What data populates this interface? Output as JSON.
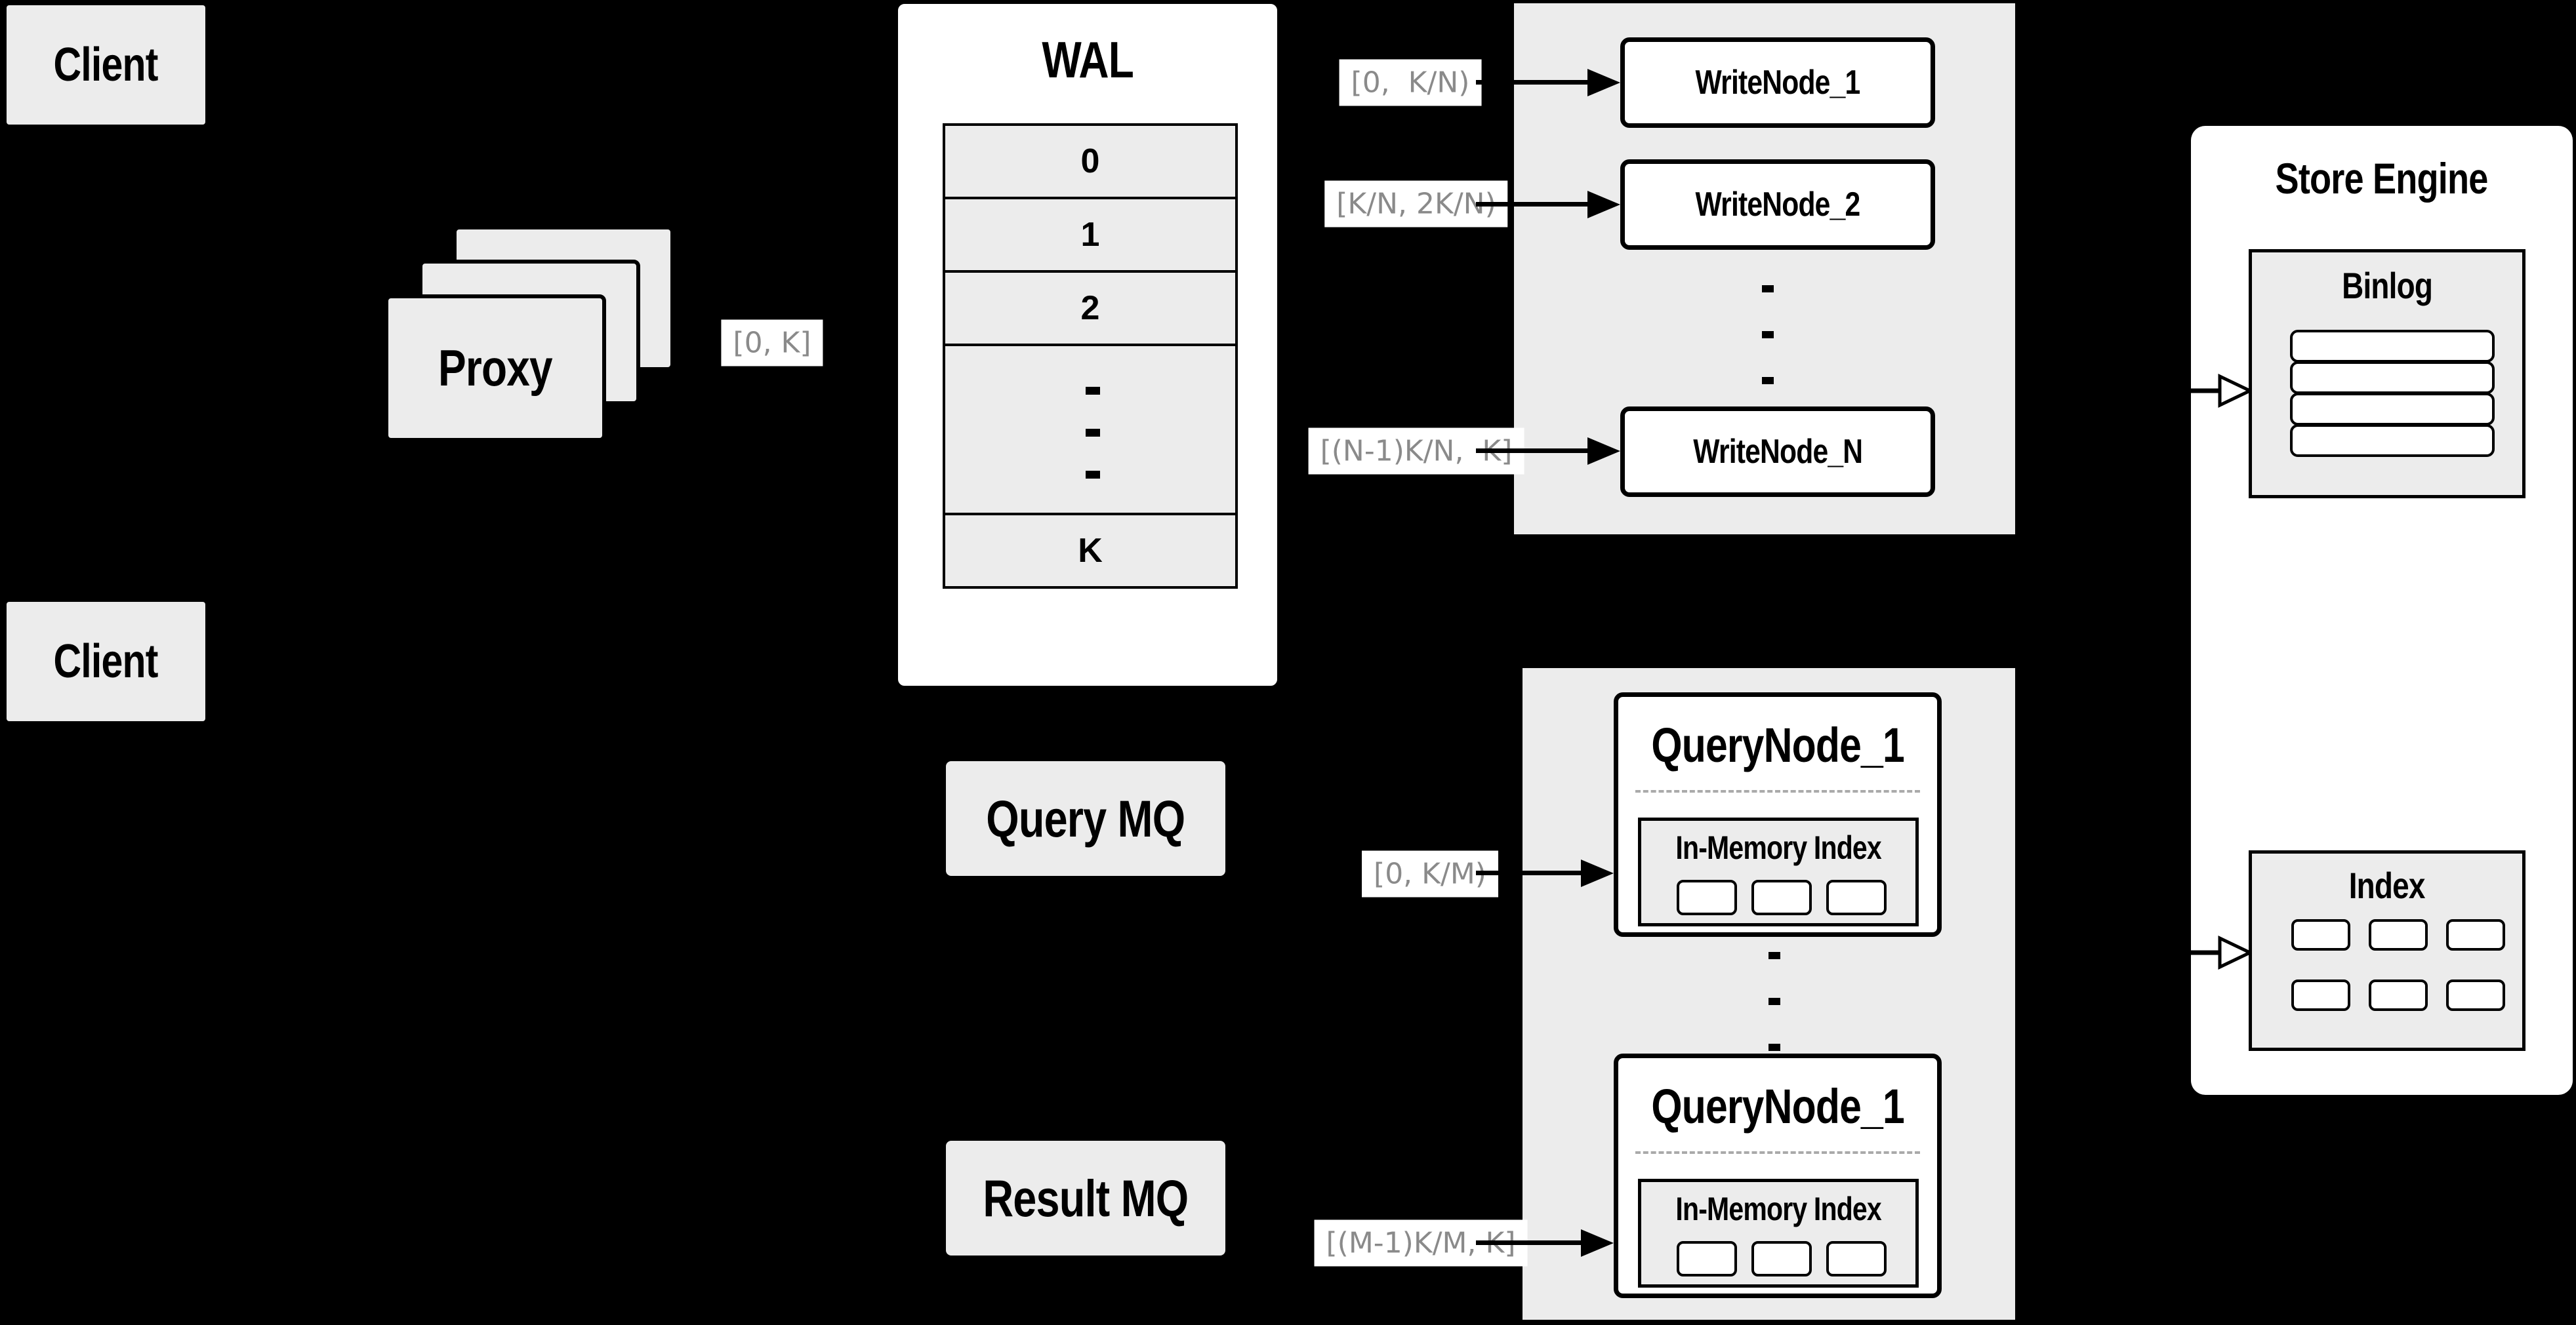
{
  "colors": {
    "background": "#000000",
    "panel_gray": "#ececec",
    "box_white": "#ffffff",
    "border_black": "#000000",
    "label_text_gray": "#8a8a8a",
    "dashed_line_gray": "#aaaaaa"
  },
  "clients": {
    "top": "Client",
    "bottom": "Client"
  },
  "proxy": {
    "label": "Proxy"
  },
  "wal": {
    "title": "WAL",
    "rows": [
      "0",
      "1",
      "2",
      "K"
    ],
    "ellipsis": "⋮"
  },
  "range_labels": {
    "proxy_to_wal": "[0, K]",
    "write_1": "[0,  K/N)",
    "write_2": "[K/N, 2K/N)",
    "write_n": "[(N-1)K/N,  K]",
    "query_1": "[0, K/M)",
    "query_m": "[(M-1)K/M, K]"
  },
  "write_panel": {
    "nodes": [
      "WriteNode_1",
      "WriteNode_2",
      "WriteNode_N"
    ],
    "ellipsis": "⋮"
  },
  "mq": {
    "query": "Query MQ",
    "result": "Result MQ"
  },
  "query_panel": {
    "ellipsis": "⋮",
    "nodes": [
      {
        "title": "QueryNode_1",
        "inner_title": "In-Memory Index"
      },
      {
        "title": "QueryNode_1",
        "inner_title": "In-Memory Index"
      }
    ]
  },
  "store_engine": {
    "title": "Store Engine",
    "binlog": {
      "title": "Binlog",
      "row_count": 4
    },
    "index": {
      "title": "Index",
      "cell_count": 6
    }
  }
}
